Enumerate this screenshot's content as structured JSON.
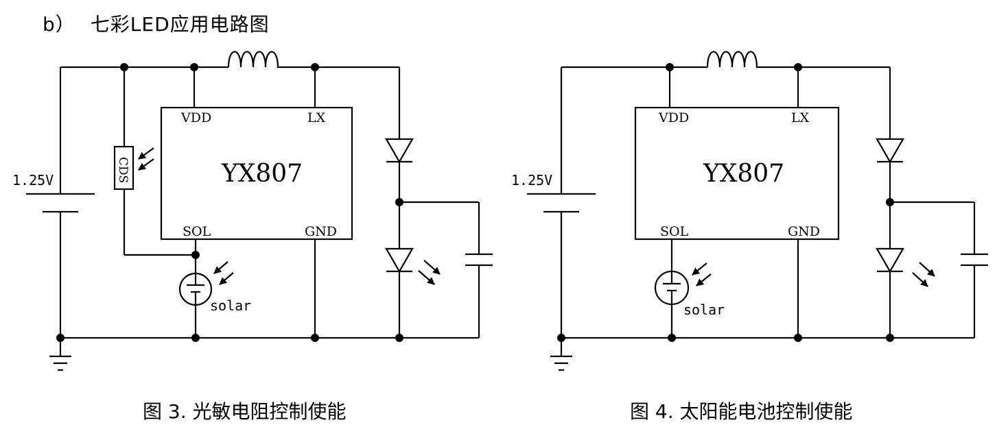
{
  "heading": {
    "index": "b）",
    "title": "七彩LED应用电路图"
  },
  "figures": [
    {
      "chip_name": "YX807",
      "pins": {
        "vdd": "VDD",
        "lx": "LX",
        "sol": "SOL",
        "gnd": "GND"
      },
      "battery_label": "1.25V",
      "sensor_label": "CDS",
      "solar_label": "solar",
      "caption": "图 3.  光敏电阻控制使能"
    },
    {
      "chip_name": "YX807",
      "pins": {
        "vdd": "VDD",
        "lx": "LX",
        "sol": "SOL",
        "gnd": "GND"
      },
      "battery_label": "1.25V",
      "solar_label": "solar",
      "caption": "图 4.  太阳能电池控制使能"
    }
  ]
}
